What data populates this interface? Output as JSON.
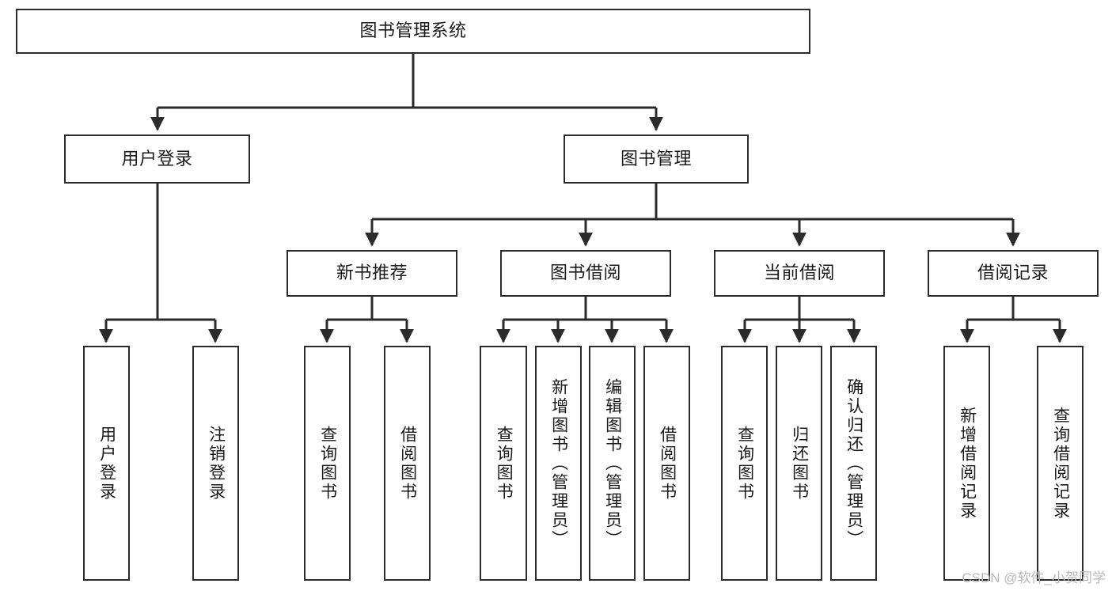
{
  "diagram": {
    "title": "图书管理系统",
    "root": {
      "id": "root",
      "label": "图书管理系统"
    },
    "level2": [
      {
        "id": "user-login",
        "label": "用户登录"
      },
      {
        "id": "book-manage",
        "label": "图书管理"
      }
    ],
    "level3": [
      {
        "id": "new-book-recommend",
        "label": "新书推荐"
      },
      {
        "id": "book-borrow",
        "label": "图书借阅"
      },
      {
        "id": "current-borrow",
        "label": "当前借阅"
      },
      {
        "id": "borrow-record",
        "label": "借阅记录"
      }
    ],
    "leaves": {
      "user_login": [
        {
          "id": "leaf-user-login",
          "label": "用户登录"
        },
        {
          "id": "leaf-logout-login",
          "label": "注销登录"
        }
      ],
      "new_book_recommend": [
        {
          "id": "leaf-query-book-1",
          "label": "查询图书"
        },
        {
          "id": "leaf-borrow-book-1",
          "label": "借阅图书"
        }
      ],
      "book_borrow": [
        {
          "id": "leaf-query-book-2",
          "label": "查询图书"
        },
        {
          "id": "leaf-add-book",
          "label": "新增图书（管理员）"
        },
        {
          "id": "leaf-edit-book",
          "label": "编辑图书（管理员）"
        },
        {
          "id": "leaf-borrow-book-2",
          "label": "借阅图书"
        }
      ],
      "current_borrow": [
        {
          "id": "leaf-query-book-3",
          "label": "查询图书"
        },
        {
          "id": "leaf-return-book",
          "label": "归还图书"
        },
        {
          "id": "leaf-confirm-return",
          "label": "确认归还（管理员）"
        }
      ],
      "borrow_record": [
        {
          "id": "leaf-add-record",
          "label": "新增借阅记录"
        },
        {
          "id": "leaf-query-record",
          "label": "查询借阅记录"
        }
      ]
    },
    "colors": {
      "stroke": "#2b2b2b",
      "fill": "#ffffff",
      "text": "#1a1a1a",
      "watermark": "#b8b8b8"
    }
  },
  "watermark": {
    "text": "CSDN @软件_小贺同学"
  }
}
